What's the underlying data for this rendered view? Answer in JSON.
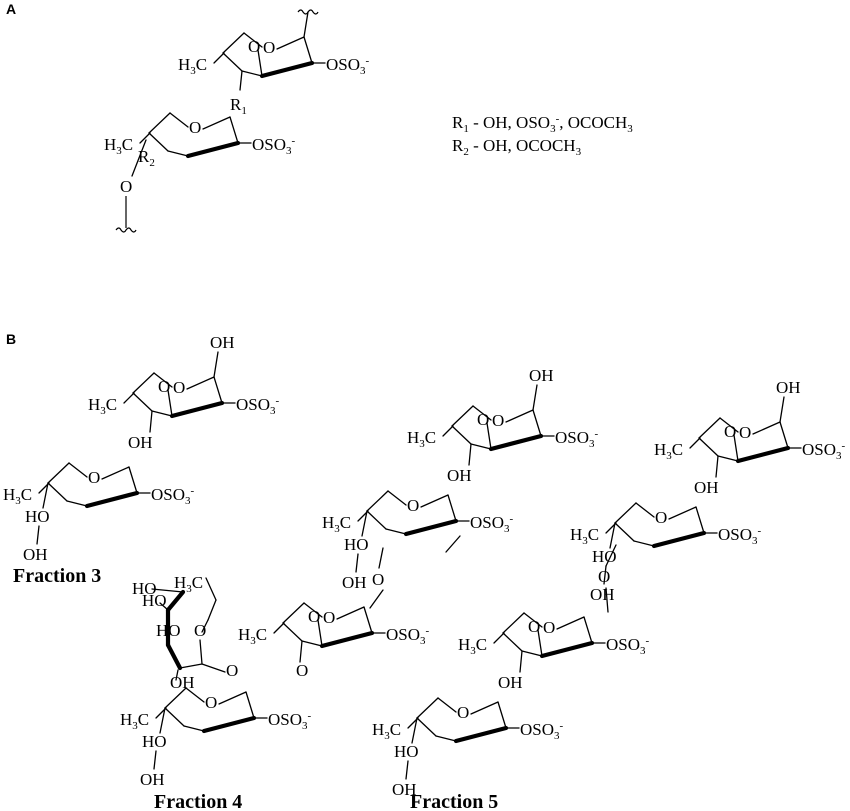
{
  "panel_a": {
    "label": "A",
    "substituents": {
      "r1": {
        "head": "R",
        "sub": "1",
        "text": " - OH, OSO",
        "sub2": "3",
        "sup2": "-",
        "tail": ", OCOCH",
        "sub3": "3"
      },
      "r2": {
        "head": "R",
        "sub": "2",
        "text": " - OH, OCOCH",
        "sub2": "3"
      }
    }
  },
  "panel_b": {
    "label": "B",
    "fractions": [
      "Fraction 3",
      "Fraction 4",
      "Fraction 5"
    ]
  },
  "groups": {
    "methyl": "H",
    "methyl_tail": "C",
    "methyl_sub": "3",
    "sulfate": "OSO",
    "sulfate_sub": "3",
    "sulfate_sup": "-",
    "hydroxyl": "OH",
    "hydroxyl_rev": "HO",
    "oxygen": "O",
    "r_head": "R",
    "r1_sub": "1",
    "r2_sub": "2"
  }
}
